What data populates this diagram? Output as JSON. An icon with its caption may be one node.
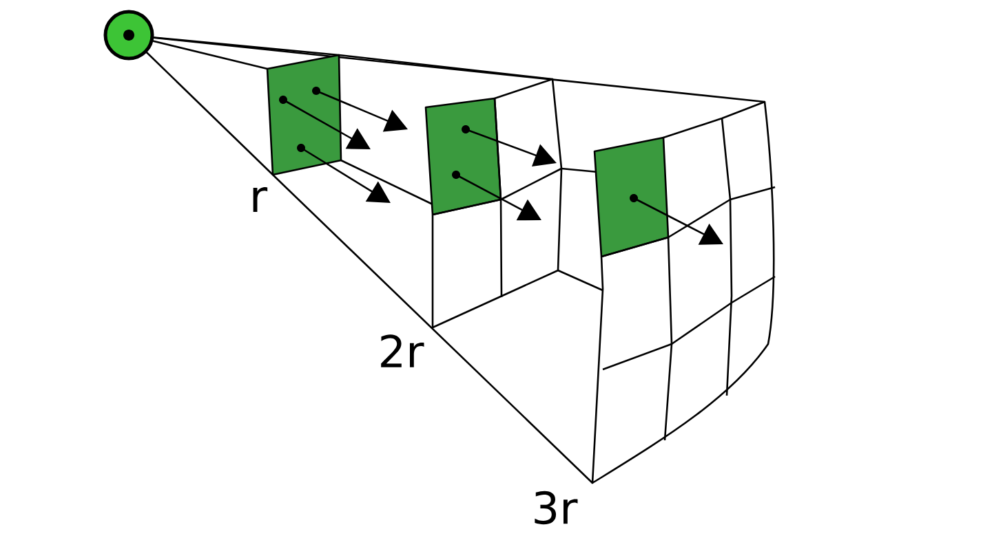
{
  "diagram": {
    "labels": [
      "r",
      "2r",
      "3r"
    ]
  }
}
